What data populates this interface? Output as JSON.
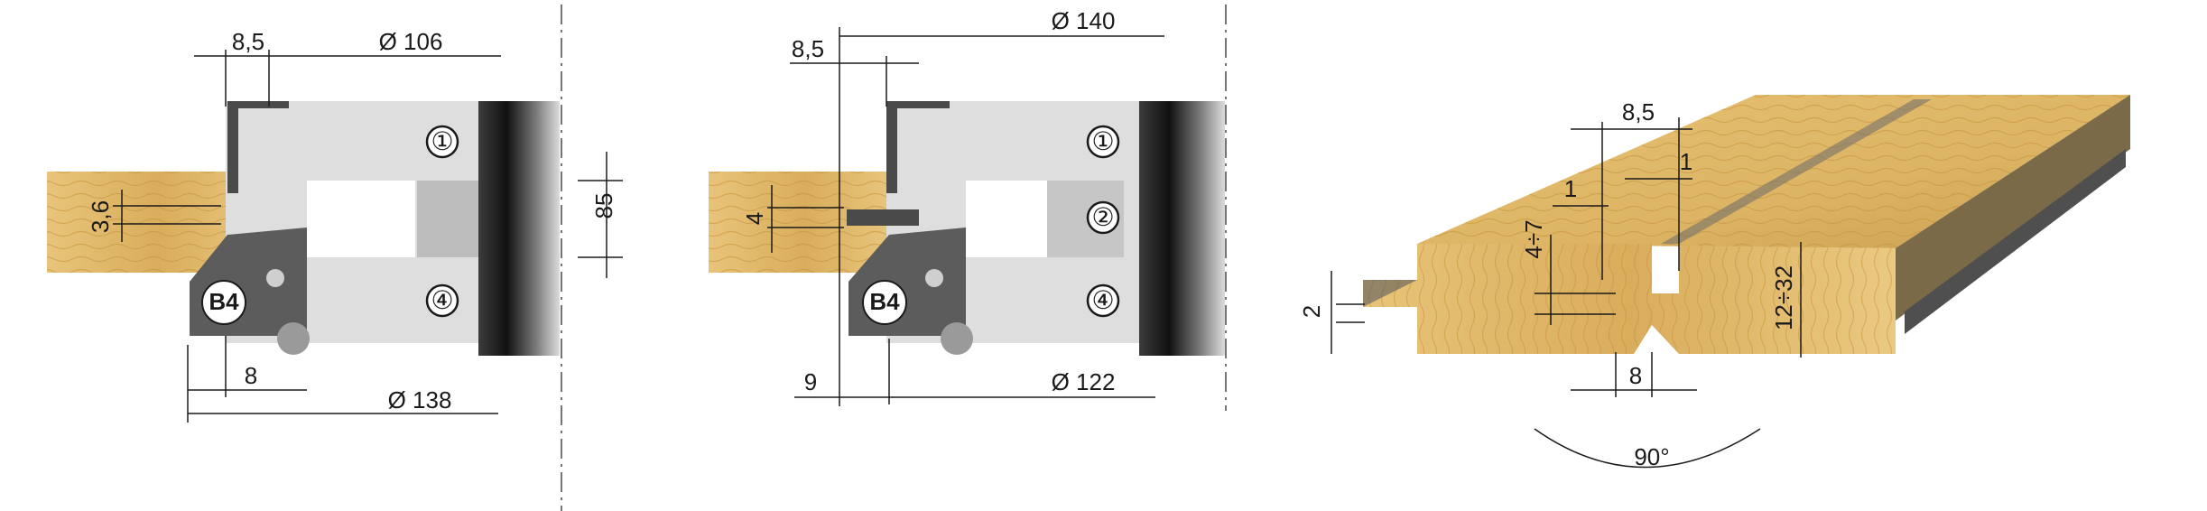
{
  "colors": {
    "wood": "#e0b867",
    "wood_dark": "#c9973f",
    "steel": "#d8d8d8",
    "steel_dark": "#a7a7a7",
    "insert": "#4a4a4a",
    "line": "#1a1a1a",
    "background": "#ffffff"
  },
  "left_tool": {
    "dim_top_small": "8,5",
    "dim_top_diameter": "Ø 106",
    "dim_height": "85",
    "dim_groove_depth": "3,6",
    "dim_bottom_small": "8",
    "dim_bottom_diameter": "Ø 138",
    "knife_top_number": "①",
    "knife_bottom_number": "④",
    "insert_label": "B4"
  },
  "middle_tool": {
    "dim_top_diameter": "Ø 140",
    "dim_top_small": "8,5",
    "dim_groove_depth": "4",
    "dim_bottom_small": "9",
    "dim_bottom_diameter": "Ø 122",
    "knife_top_number": "①",
    "knife_mid_number": "②",
    "knife_bottom_number": "④",
    "insert_label": "B4"
  },
  "board": {
    "dim_top": "8,5",
    "dim_left_gap": "1",
    "dim_right_gap": "1",
    "dim_tongue": "4÷7",
    "dim_edge": "2",
    "dim_bottom": "8",
    "dim_thickness": "12÷32",
    "dim_angle": "90°"
  }
}
